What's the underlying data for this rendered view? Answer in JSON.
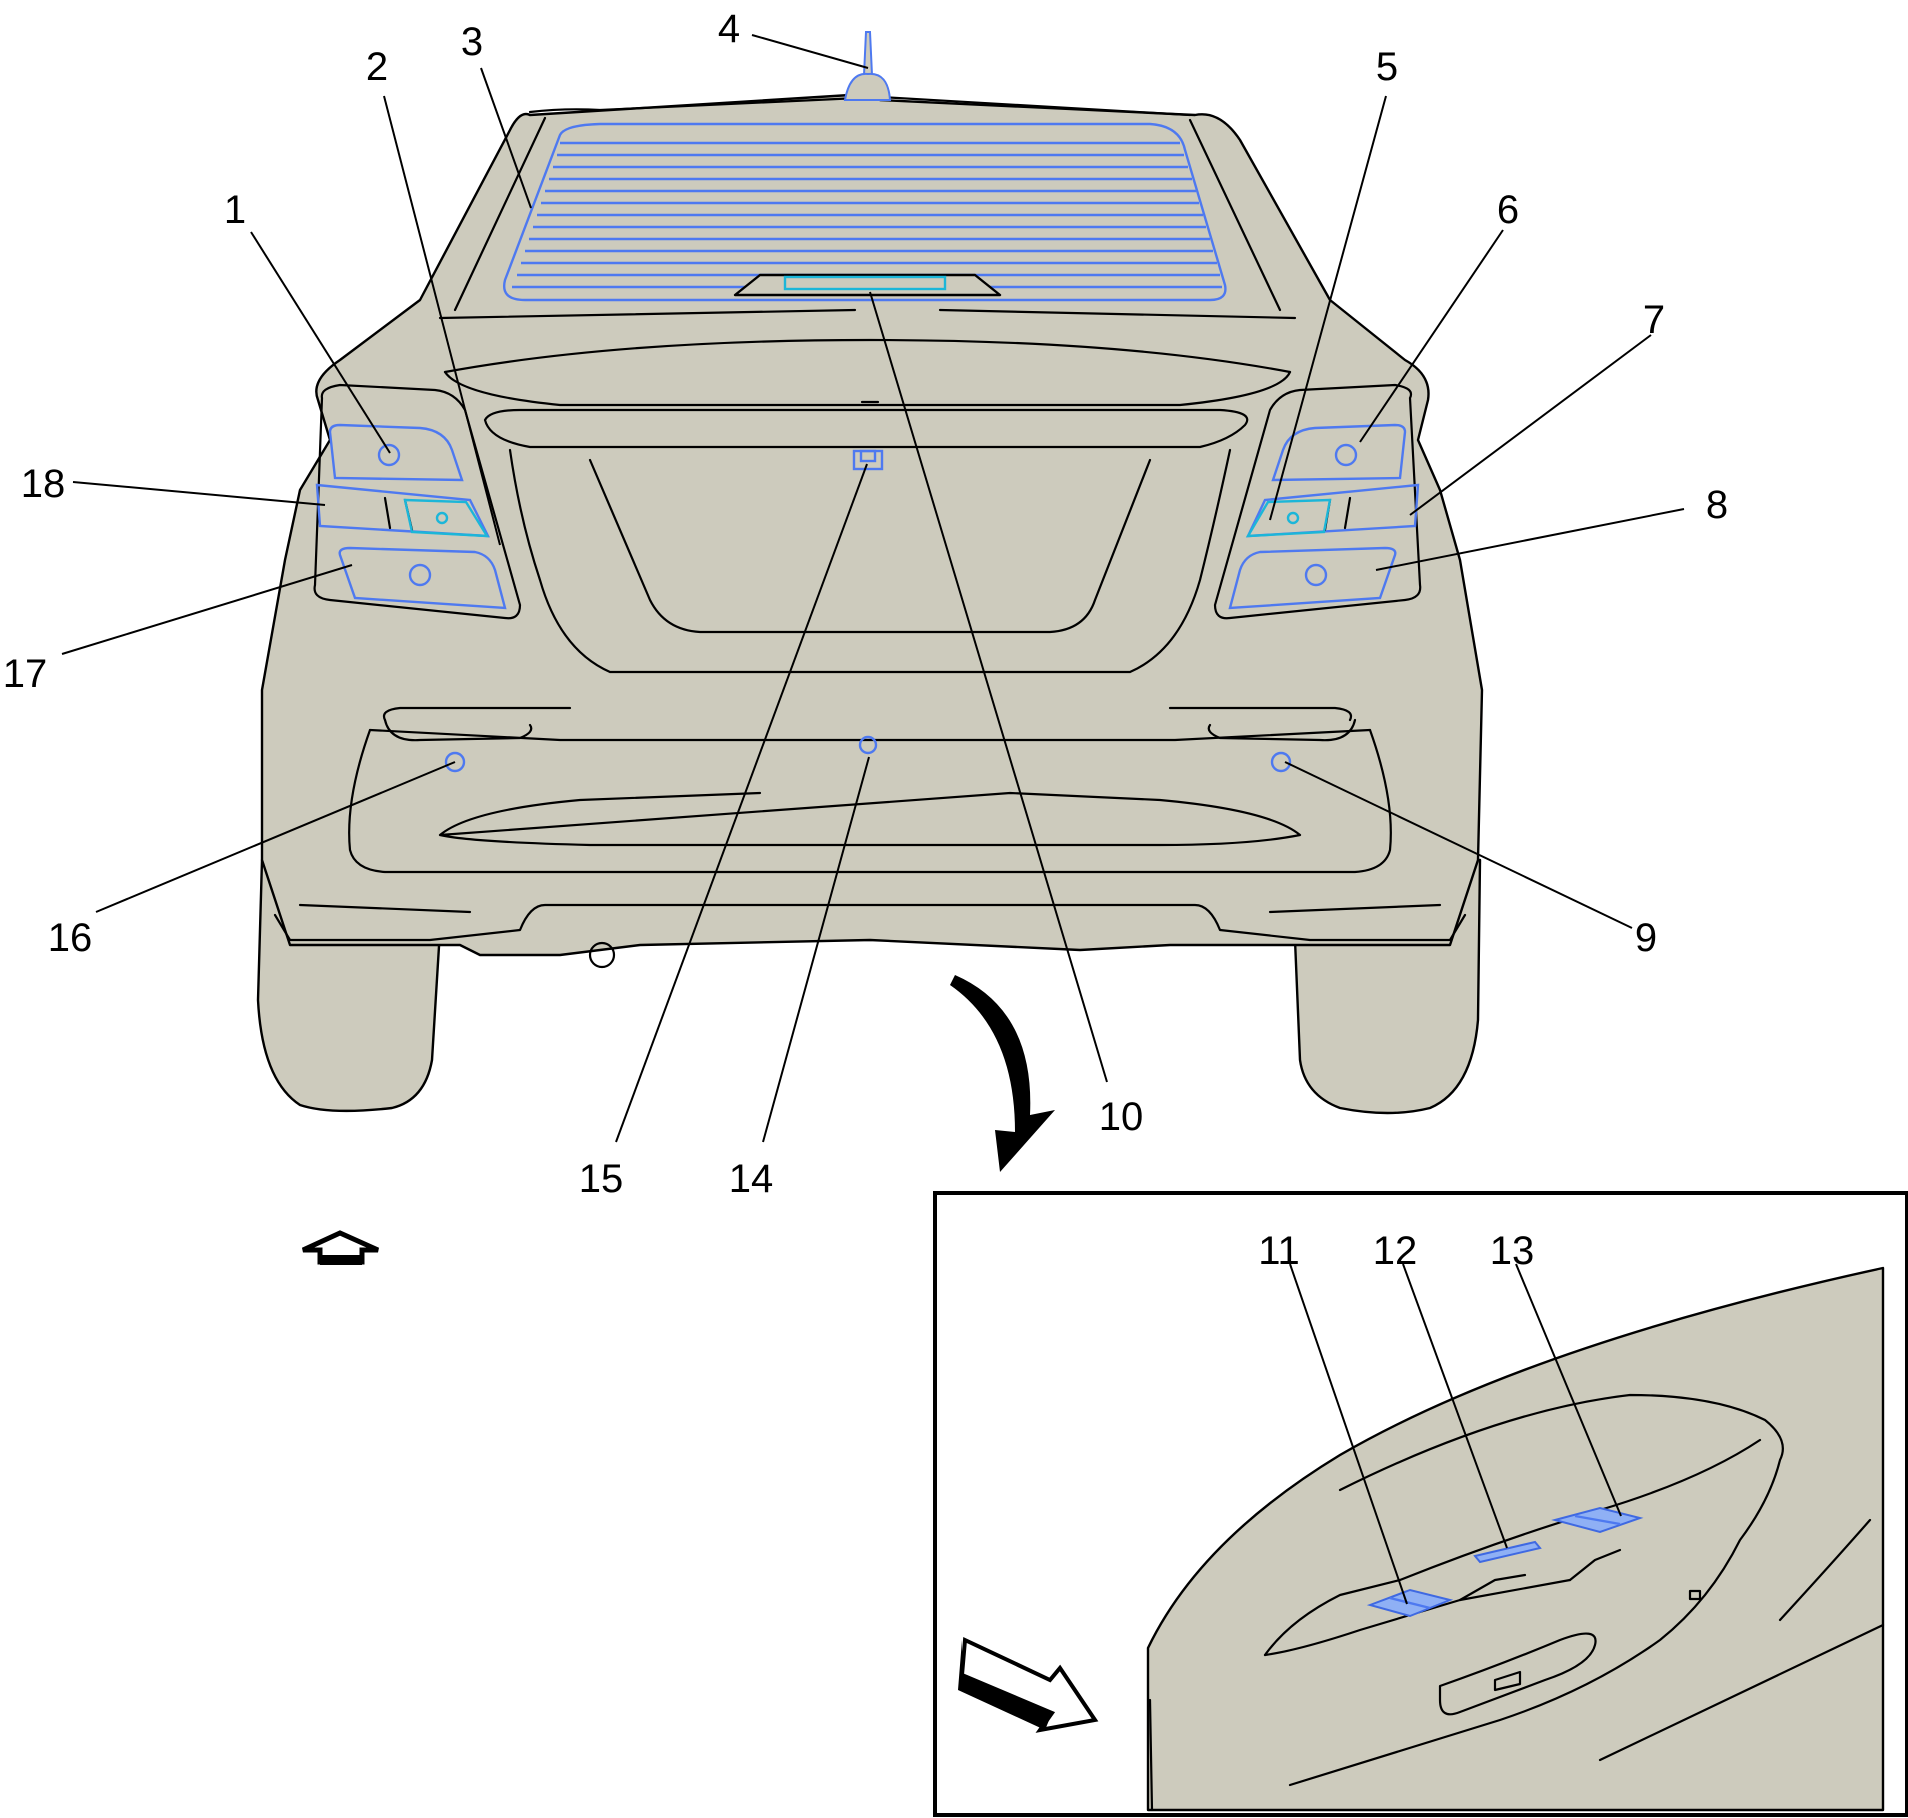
{
  "diagram": {
    "callouts": [
      "1",
      "2",
      "3",
      "4",
      "5",
      "6",
      "7",
      "8",
      "9",
      "10",
      "11",
      "12",
      "13",
      "14",
      "15",
      "16",
      "17",
      "18"
    ],
    "colors": {
      "body": "#cdcbbd",
      "outline": "#000000",
      "highlight_blue": "#4e79f0",
      "highlight_cyan": "#1cb6d8"
    },
    "icons": [
      "front-direction-arrow-icon",
      "view-direction-arrow-icon",
      "detail-pointer-arrow-icon"
    ]
  }
}
